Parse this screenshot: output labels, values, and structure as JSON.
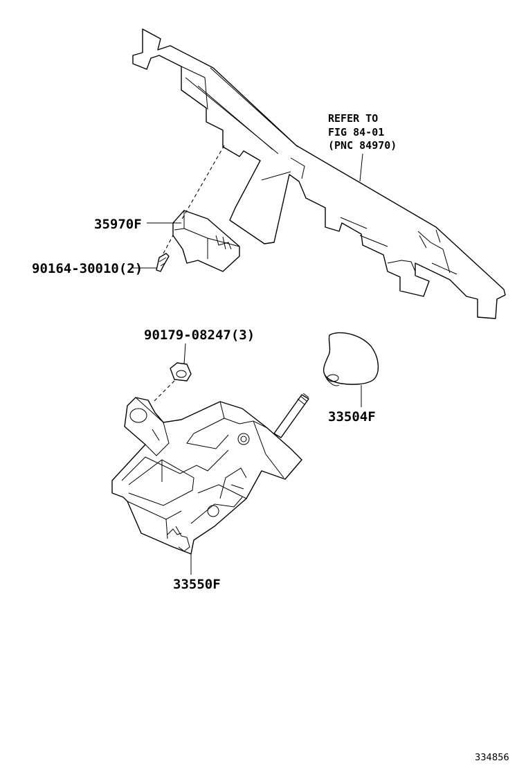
{
  "parts": {
    "bracket_ref": {
      "line1": "REFER TO",
      "line2": "FIG 84-01",
      "line3": "(PNC 84970)"
    },
    "p35970F": "35970F",
    "p90164": "90164-30010(2)",
    "p90179": "90179-08247(3)",
    "p33504F": "33504F",
    "p33550F": "33550F"
  },
  "figure_id": "334856"
}
